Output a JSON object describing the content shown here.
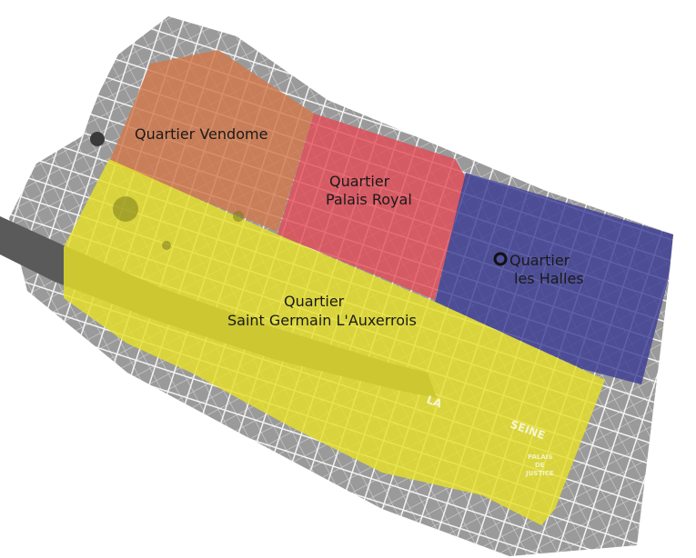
{
  "colors": {
    "background": "#ffffff",
    "street_grid": "#3a3a3a",
    "river_bank": "#5a5a5a",
    "vendome": "#d2784a",
    "palais_royal": "#e24a55",
    "halles": "#3a3a95",
    "saint_germain": "#e6e02a"
  },
  "districts": [
    {
      "key": "vendome",
      "label_lines": [
        "Quartier Vendome"
      ]
    },
    {
      "key": "palais_royal",
      "label_lines": [
        "Quartier",
        "Palais Royal"
      ]
    },
    {
      "key": "halles",
      "label_lines": [
        "Quartier",
        "les Halles"
      ]
    },
    {
      "key": "saint_germain",
      "label_lines": [
        "Quartier",
        "Saint Germain L'Auxerrois"
      ]
    }
  ],
  "map_labels": {
    "river_1": "LA",
    "river_2": "SEINE",
    "palais_1": "PALAIS",
    "palais_2": "DE",
    "palais_3": "JUSTICE"
  }
}
